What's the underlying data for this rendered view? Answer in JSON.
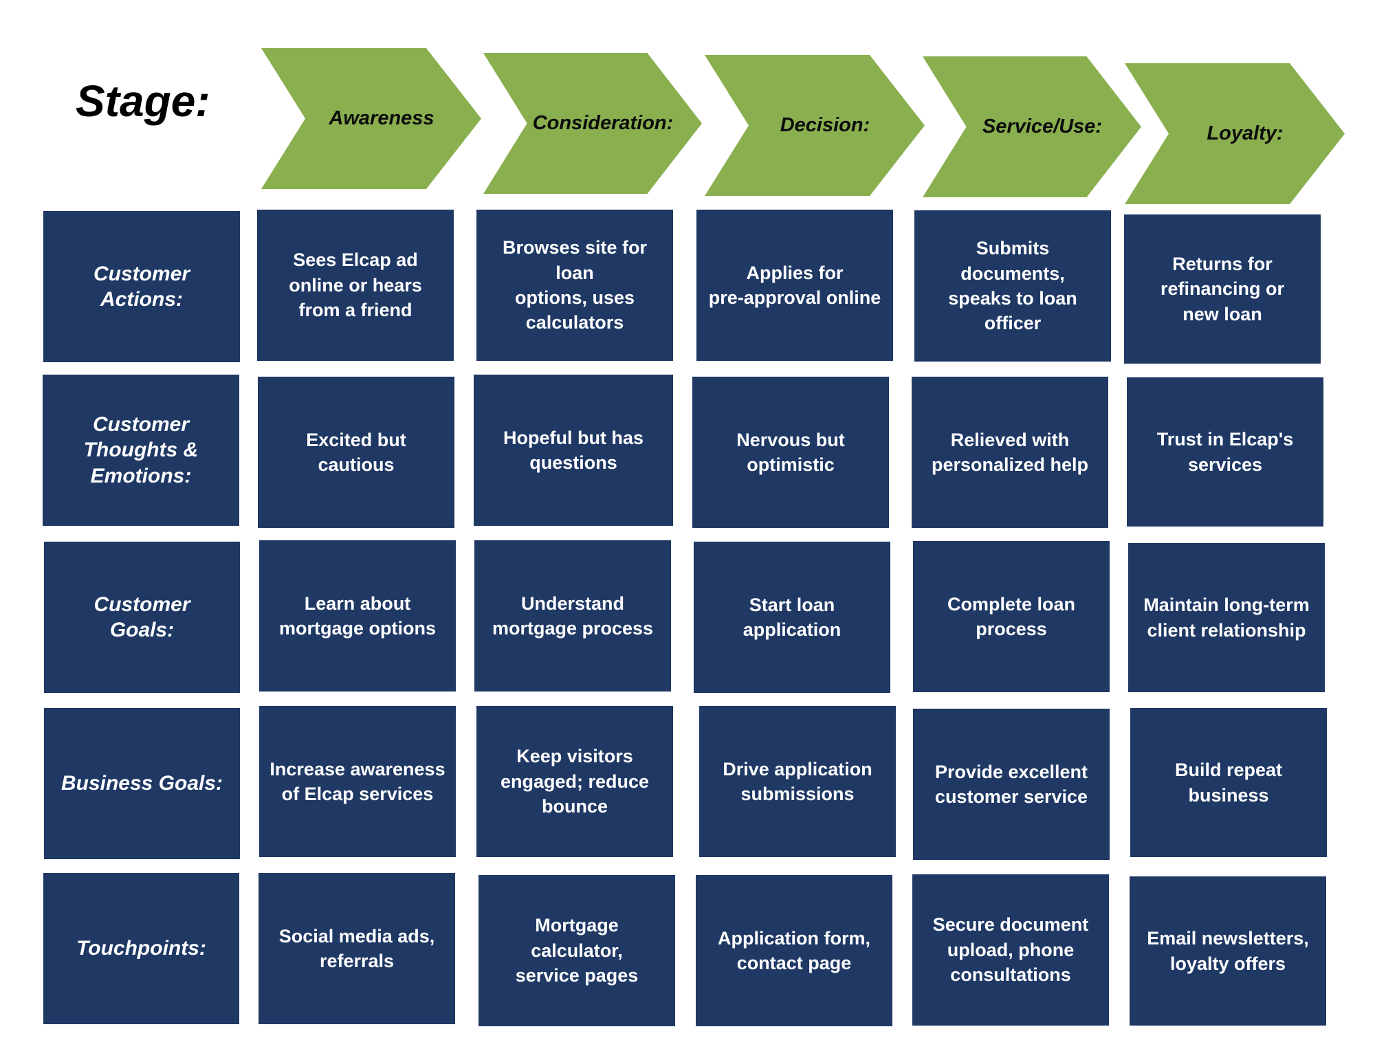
{
  "stage_label": "Stage:",
  "stages": [
    "Awareness",
    "Consideration:",
    "Decision:",
    "Service/Use:",
    "Loyalty:"
  ],
  "rows": [
    {
      "label": "Customer\nActions:",
      "cells": [
        "Sees Elcap ad\nonline or hears\nfrom a friend",
        "Browses site for loan\noptions, uses\ncalculators",
        "Applies for\npre-approval online",
        "Submits documents,\nspeaks to loan officer",
        "Returns for\nrefinancing or\nnew loan"
      ]
    },
    {
      "label": "Customer\nThoughts &\nEmotions:",
      "cells": [
        "Excited but cautious",
        "Hopeful but has\nquestions",
        "Nervous but\noptimistic",
        "Relieved with\npersonalized help",
        "Trust in Elcap's\nservices"
      ]
    },
    {
      "label": "Customer\nGoals:",
      "cells": [
        "Learn about\nmortgage options",
        "Understand\nmortgage process",
        "Start loan\napplication",
        "Complete loan\nprocess",
        "Maintain long-term\nclient relationship"
      ]
    },
    {
      "label": "Business Goals:",
      "cells": [
        "Increase awareness\nof Elcap services",
        "Keep visitors\nengaged; reduce\nbounce",
        "Drive application\nsubmissions",
        "Provide excellent\ncustomer service",
        "Build repeat\nbusiness"
      ]
    },
    {
      "label": "Touchpoints:",
      "cells": [
        "Social media ads,\nreferrals",
        "Mortgage calculator,\nservice pages",
        "Application form,\ncontact page",
        "Secure document\nupload, phone\nconsultations",
        "Email newsletters,\nloyalty offers"
      ]
    }
  ],
  "colors": {
    "chevron": "#8aaf4f",
    "box": "#1f3864",
    "box_text": "#ffffff"
  }
}
